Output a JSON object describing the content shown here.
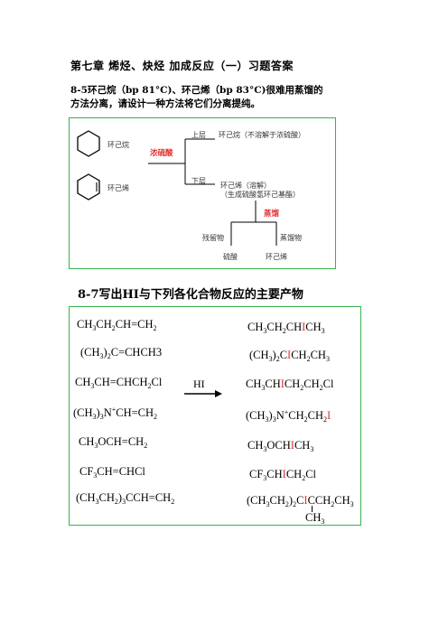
{
  "chapter_title": "第七章 烯烃、炔烃 加成反应（一）习题答案",
  "q1": {
    "line1": "8-5环己烷（bp 81°C)、环己烯（bp 83°C)很难用蒸馏的",
    "line2": "方法分离，请设计一种方法将它们分离提纯。"
  },
  "diagram": {
    "cyclohexane_label": "环己烷",
    "cyclohexene_label": "环己烯",
    "reagent": "浓硫酸",
    "upper_layer_label": "上层",
    "upper_layer_content": "环己烷（不溶解于浓硫酸）",
    "lower_layer_label": "下层",
    "lower_layer_content_1": "环己烯（溶解）",
    "lower_layer_content_2": "（生成硫酸氢环己基酯）",
    "distill": "蒸馏",
    "residue_label": "残留物",
    "distillate_label": "蒸馏物",
    "residue": "硫酸",
    "distillate": "环己烯"
  },
  "q2_title": "8-7写出HI与下列各化合物反应的主要产物",
  "reagent_hi": "HI",
  "colors": {
    "accent_red": "#e03131",
    "box_green": "#37b24d"
  }
}
